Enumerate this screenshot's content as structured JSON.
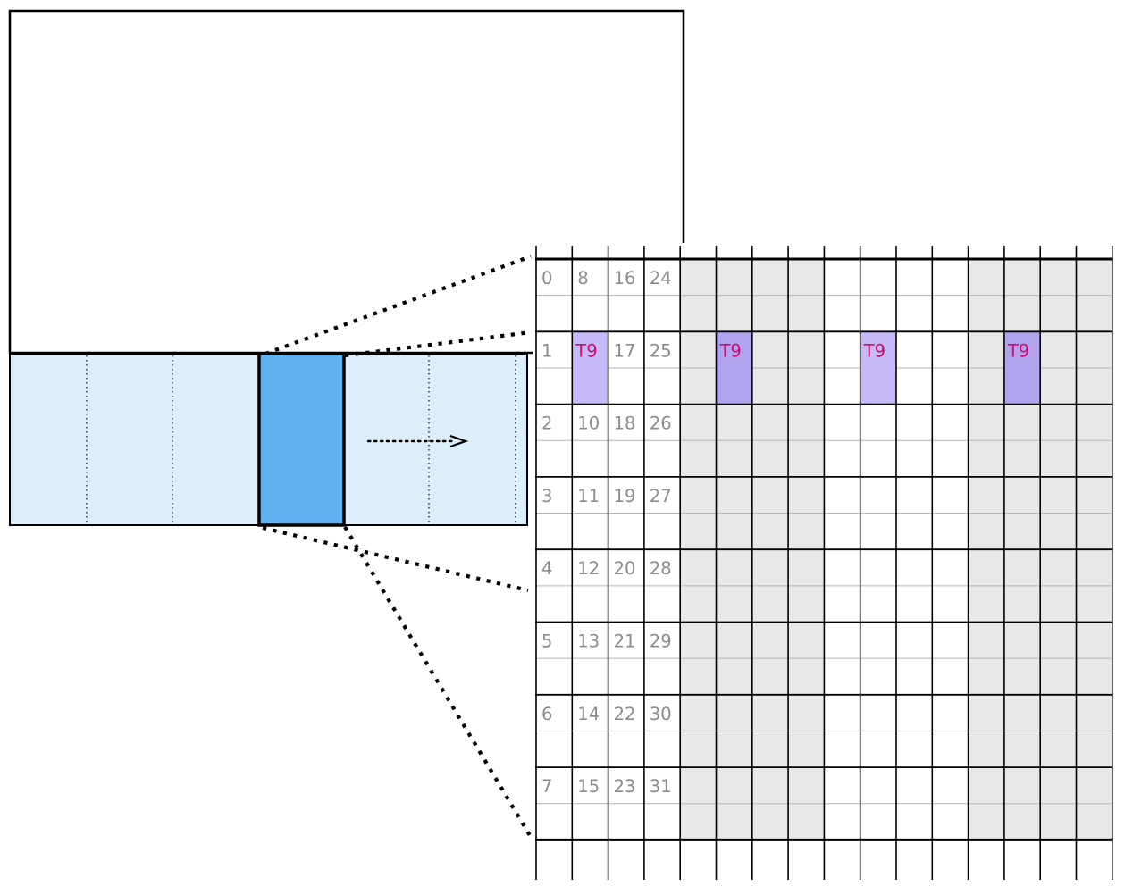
{
  "colors": {
    "line": "#000000",
    "band_fill": "#ddeefb",
    "block_fill": "#61b0f2",
    "grid_shade": "#e8e8e8",
    "highlight_on_white": "#c8b9f8",
    "highlight_on_shade": "#b2a3ef",
    "thread_label_color": "#cf0a6a",
    "index_number_color": "#8b8b8b",
    "subrow_line": "#b5b5b5",
    "backdrop": "#ffffff"
  },
  "grid": {
    "columns": 16,
    "row_groups": 8,
    "index_numbers": [
      [
        "0",
        "8",
        "16",
        "24"
      ],
      [
        "1",
        null,
        "17",
        "25"
      ],
      [
        "2",
        "10",
        "18",
        "26"
      ],
      [
        "3",
        "11",
        "19",
        "27"
      ],
      [
        "4",
        "12",
        "20",
        "28"
      ],
      [
        "5",
        "13",
        "21",
        "29"
      ],
      [
        "6",
        "14",
        "22",
        "30"
      ],
      [
        "7",
        "15",
        "23",
        "31"
      ]
    ],
    "shaded_column_groups": [
      [
        4,
        7
      ],
      [
        12,
        15
      ]
    ],
    "thread_cells": [
      {
        "row_group": 1,
        "col": 1,
        "label": "T9"
      },
      {
        "row_group": 1,
        "col": 5,
        "label": "T9"
      },
      {
        "row_group": 1,
        "col": 9,
        "label": "T9"
      },
      {
        "row_group": 1,
        "col": 13,
        "label": "T9"
      }
    ]
  }
}
